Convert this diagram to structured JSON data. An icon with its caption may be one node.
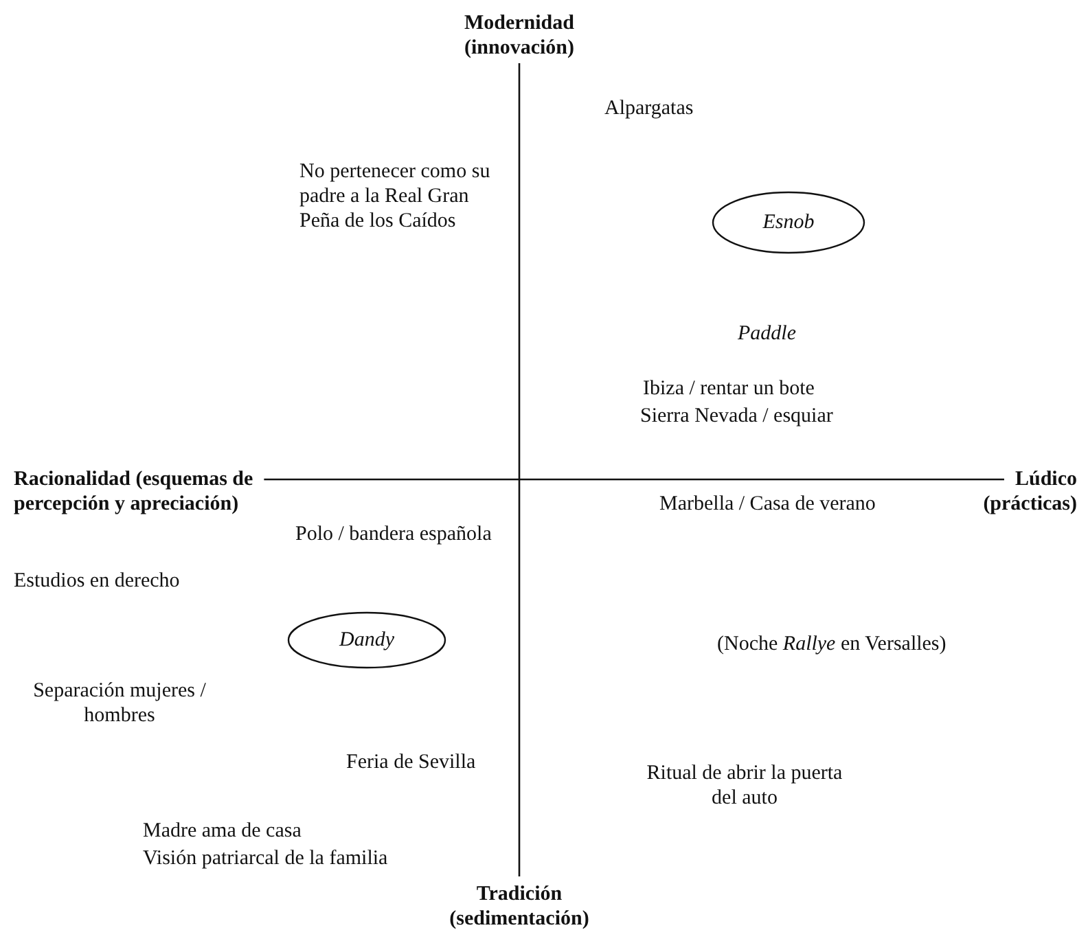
{
  "diagram": {
    "nodes": [
      {
        "text": [
          "Esnob"
        ]
      },
      {
        "text": [
          "Dandy"
        ]
      }
    ],
    "labels": [
      "Modernidad (innovación)",
      "No pertenecer como su padre a la Real Gran Peña de los Caídos",
      "Alpargatas",
      "Paddle",
      "Ibiza / rentar un bote",
      "Sierra Nevada / esquiar",
      "Racionalidad (esquemas de percepción y apreciación)",
      "Lúdico (prácticas)",
      "Marbella / Casa de verano",
      "Polo / bandera española",
      "Estudios en derecho",
      "(Noche *Rallye* en Versalles)",
      "Separación mujeres / hombres",
      "Feria de Sevilla",
      "Ritual de abrir la puerta del auto",
      "Madre ama de casa",
      "Visión patriarcal de la familia",
      "Tradición (sedimentación)"
    ]
  }
}
